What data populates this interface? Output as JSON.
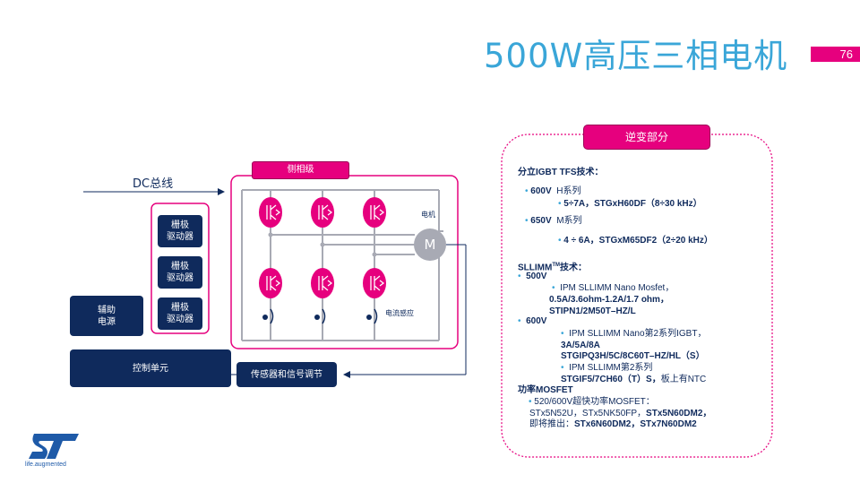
{
  "header": {
    "title": "500W高压三相电机",
    "page_number": "76"
  },
  "diagram": {
    "dc_bus": "DC总线",
    "inverter_stage": "侧相级",
    "gate_driver": [
      "栅极",
      "驱动器"
    ],
    "aux_power": [
      "辅助",
      "电源"
    ],
    "control_unit": "控制单元",
    "sensor_conditioning": "传感器和信号调节",
    "motor_label": "电机",
    "motor_symbol": "M",
    "current_sense": "电流感应"
  },
  "panel": {
    "tab": "逆变部分",
    "igbt_title": "分立IGBT TFS技术：",
    "igbt_600_a": "600V",
    "igbt_600_b": "H系列",
    "igbt_600_detail": "5÷7A，STGxH60DF（8÷30 kHz）",
    "igbt_650_a": "650V",
    "igbt_650_b": "M系列",
    "igbt_650_detail": "4 ÷ 6A，STGxM65DF2（2÷20 kHz）",
    "slimm_title_a": "SLLIMM",
    "slimm_title_sup": "TM",
    "slimm_title_b": "技术：",
    "v500": "500V",
    "v500_item": "IPM SLLIMM Nano Mosfet，",
    "v500_line2": "0.5A/3.6ohm-1.2A/1.7 ohm，",
    "v500_line3": "STIPN1/2M50T–HZ/L",
    "v600": "600V",
    "v600_item": "IPM SLLIMM Nano第2系列IGBT，",
    "v600_line2": "3A/5A/8A",
    "v600_line3": "STGIPQ3H/5C/8C60T–HZ/HL（S）",
    "v600_item2": "IPM SLLIMM第2系列",
    "v600_line4_a": "STGIF5/7CH60（T）S，",
    "v600_line4_b": "板上有NTC",
    "mosfet_title": "功率MOSFET",
    "mosfet_item": "520/600V超快功率MOSFET：",
    "mosfet_line2_a": "STx5N52U，STx5NK50FP，",
    "mosfet_line2_b": "STx5N60DM2，",
    "mosfet_line3_a": "即将推出：",
    "mosfet_line3_b": "STx6N60DM2，STx7N60DM2"
  },
  "logo": {
    "tagline": "life.augmented"
  },
  "colors": {
    "accent": "#e6007e",
    "title": "#3aa6d8",
    "navy": "#0f2a5c"
  }
}
